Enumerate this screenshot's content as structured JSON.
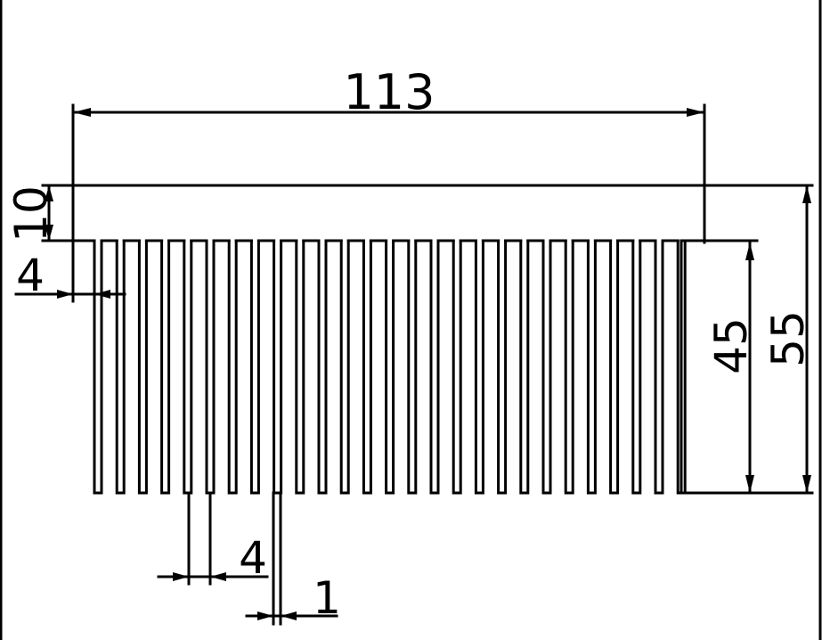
{
  "drawing": {
    "fin_count": 27,
    "dimensions": {
      "overall_width": "113",
      "base_thickness": "10",
      "edge_offset": "4",
      "fin_height": "45",
      "total_height": "55",
      "fin_pitch": "4",
      "fin_thickness": "1"
    }
  }
}
